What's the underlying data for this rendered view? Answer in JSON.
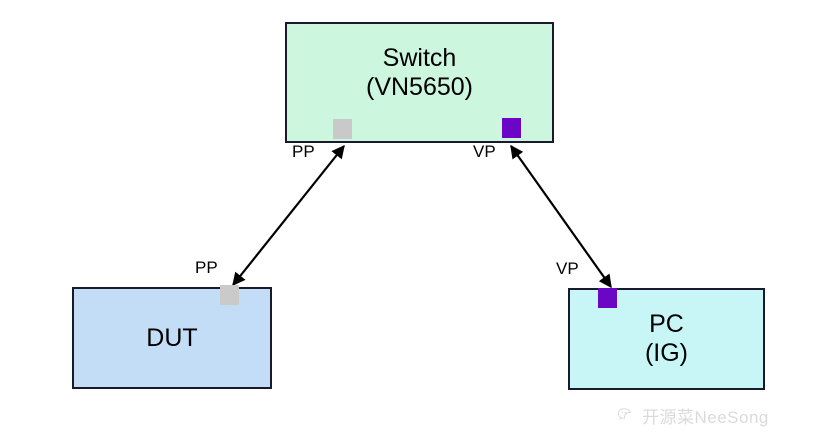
{
  "diagram": {
    "title": "",
    "background_color": "#ffffff",
    "nodes": [
      {
        "id": "switch",
        "name": "switch-node",
        "lines": [
          "Switch",
          "(VN5650)"
        ],
        "line1": "Switch",
        "line2": "(VN5650)",
        "fill": "#ccf7de",
        "stroke": "#1a1a2e"
      },
      {
        "id": "dut",
        "name": "dut-node",
        "lines": [
          "DUT"
        ],
        "line1": "DUT",
        "line2": "",
        "fill": "#c3ddf7",
        "stroke": "#1a1a2e"
      },
      {
        "id": "pc",
        "name": "pc-node",
        "lines": [
          "PC",
          "(IG)"
        ],
        "line1": "PC",
        "line2": "(IG)",
        "fill": "#c8f6f7",
        "stroke": "#1a1a2e"
      }
    ],
    "ports": [
      {
        "id": "switch-pp",
        "label": "PP",
        "color": "#c9c9c9",
        "on": "switch"
      },
      {
        "id": "switch-vp",
        "label": "VP",
        "color": "#6b06c4",
        "on": "switch"
      },
      {
        "id": "dut-pp",
        "label": "PP",
        "color": "#cacaca",
        "on": "dut"
      },
      {
        "id": "pc-vp",
        "label": "VP",
        "color": "#6b06c4",
        "on": "pc"
      }
    ],
    "labels": {
      "switch_pp": "PP",
      "switch_vp": "VP",
      "dut_pp": "PP",
      "pc_vp": "VP"
    },
    "connections": [
      {
        "id": "dut-to-switch",
        "from": "dut-pp",
        "to": "switch-pp",
        "from_label": "PP",
        "to_label": "PP",
        "arrow": "double",
        "color": "#000000"
      },
      {
        "id": "switch-to-pc",
        "from": "switch-vp",
        "to": "pc-vp",
        "from_label": "VP",
        "to_label": "VP",
        "arrow": "double",
        "color": "#000000"
      }
    ]
  },
  "watermark": {
    "icon": "wechat-icon",
    "text": "开源菜NeeSong"
  }
}
